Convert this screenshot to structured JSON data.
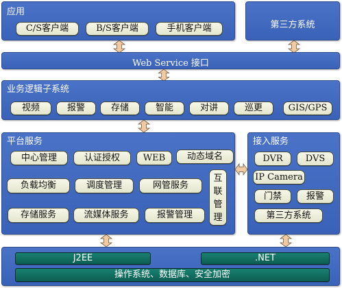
{
  "app": {
    "title": "应用",
    "items": [
      "C/S客户端",
      "B/S客户端",
      "手机客户端"
    ]
  },
  "third_party_top": {
    "title": "第三方系统"
  },
  "web_service": {
    "title": "Web Service 接口"
  },
  "business": {
    "title": "业务逻辑子系统",
    "items": [
      "视频",
      "报警",
      "存储",
      "智能",
      "对讲",
      "巡更",
      "GIS/GPS"
    ]
  },
  "platform": {
    "title": "平台服务",
    "items": [
      "中心管理",
      "认证授权",
      "WEB",
      "动态域名",
      "负载均衡",
      "调度管理",
      "网管服务",
      "存储服务",
      "流媒体服务",
      "报警管理"
    ],
    "interconnect": [
      "互",
      "联",
      "管",
      "理"
    ]
  },
  "access": {
    "title": "接入服务",
    "items": [
      "DVR",
      "DVS",
      "IP Camera",
      "门禁",
      "报警",
      "第三方系统"
    ]
  },
  "base": {
    "items": [
      "J2EE",
      ".NET",
      "操作系统、数据库、安全加密"
    ]
  },
  "colors": {
    "block": "#3a62b8",
    "pill": "#ecefd6",
    "dark_pill": "#0f6b5c",
    "arrow": "#f3c9a0"
  }
}
